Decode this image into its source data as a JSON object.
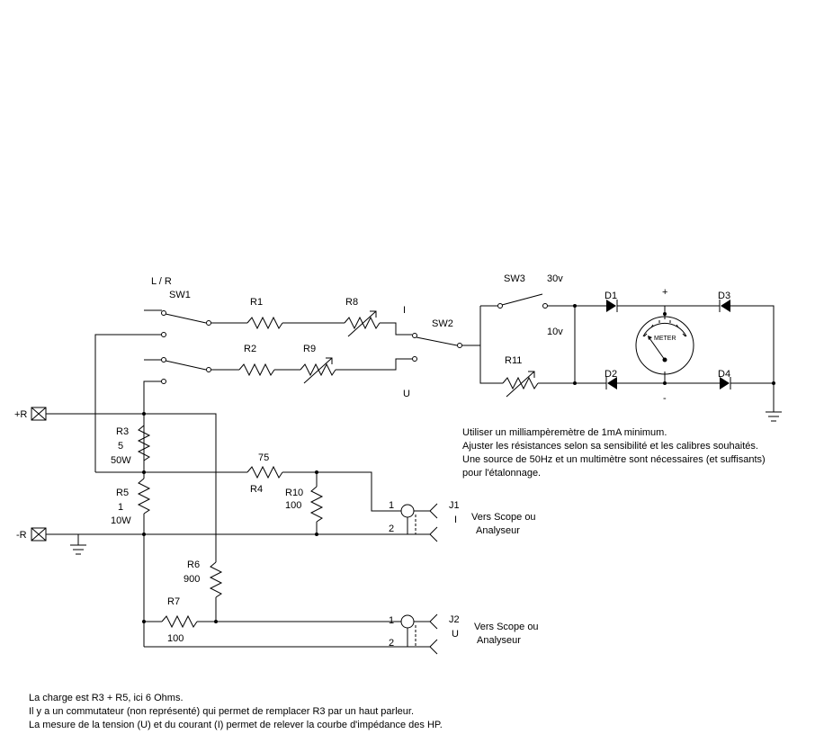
{
  "switches": {
    "sw1_name": "SW1",
    "sw1_lr": "L / R",
    "sw2_name": "SW2",
    "sw2_i": "I",
    "sw2_u": "U",
    "sw3_name": "SW3",
    "sw3_30v": "30v",
    "sw3_10v": "10v"
  },
  "resistors": {
    "r1": "R1",
    "r2": "R2",
    "r3": "R3",
    "r3_val": "5",
    "r3_pow": "50W",
    "r4": "R4",
    "r4_val": "75",
    "r5": "R5",
    "r5_val": "1",
    "r5_pow": "10W",
    "r6": "R6",
    "r6_val": "900",
    "r7": "R7",
    "r7_val": "100",
    "r8": "R8",
    "r9": "R9",
    "r10": "R10",
    "r10_val": "100",
    "r11": "R11"
  },
  "diodes": {
    "d1": "D1",
    "d2": "D2",
    "d3": "D3",
    "d4": "D4"
  },
  "meter": {
    "label": "METER",
    "plus": "+",
    "minus": "-"
  },
  "terminals": {
    "plus_r": "+R",
    "minus_r": "-R"
  },
  "connectors": {
    "j1": "J1",
    "j1_sub": "I",
    "j1_pin1": "1",
    "j1_pin2": "2",
    "j1_line1": "Vers Scope ou",
    "j1_line2": "Analyseur",
    "j2": "J2",
    "j2_sub": "U",
    "j2_pin1": "1",
    "j2_pin2": "2",
    "j2_line1": "Vers Scope ou",
    "j2_line2": "Analyseur"
  },
  "notes_right": [
    "Utiliser un milliampèremètre de 1mA minimum.",
    "Ajuster les résistances selon sa sensibilité et les calibres souhaités.",
    "Une source de 50Hz et un multimètre sont nécessaires (et suffisants)",
    "pour l'étalonnage."
  ],
  "notes_bottom": [
    "La charge est R3 + R5, ici 6 Ohms.",
    "Il y a un commutateur (non représenté) qui permet de remplacer R3 par un haut parleur.",
    "La mesure de la tension (U) et du courant (I) permet de relever la courbe d'impédance des HP."
  ]
}
